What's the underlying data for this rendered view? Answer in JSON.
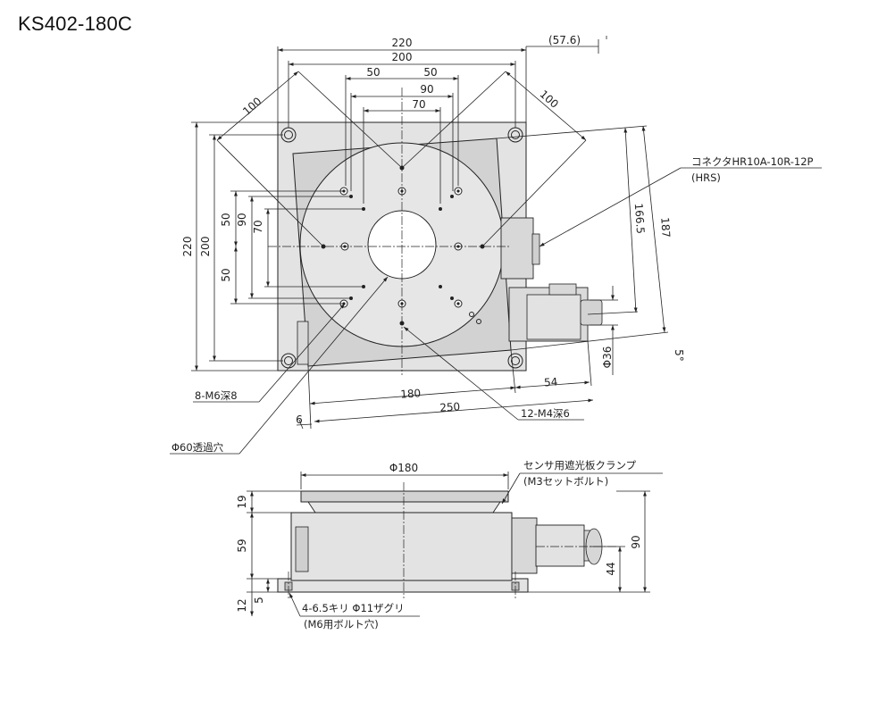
{
  "title": "KS402-180C",
  "top_view": {
    "dims": {
      "d220": "220",
      "d200": "200",
      "d57_6": "(57.6)",
      "d50a": "50",
      "d50b": "50",
      "d90": "90",
      "d70": "70",
      "d100a": "100",
      "d100b": "100",
      "l220": "220",
      "l200": "200",
      "l50a": "50",
      "l90": "90",
      "l70": "70",
      "l50b": "50",
      "r166_5": "166.5",
      "r187": "187",
      "phi36": "Φ36",
      "deg5": "5°",
      "b54": "54",
      "b180": "180",
      "b250": "250",
      "b6": "6"
    },
    "callouts": {
      "connector": "コネクタHR10A-10R-12P",
      "connector_maker": "(HRS)",
      "m6": "8-M6深8",
      "m4": "12-M4深6",
      "thru": "Φ60透過穴"
    }
  },
  "side_view": {
    "dims": {
      "phi180": "Φ180",
      "h19": "19",
      "h59": "59",
      "h12": "12",
      "h5": "5",
      "h44": "44",
      "h90": "90"
    },
    "callouts": {
      "clamp": "センサ用遮光板クランプ",
      "clamp_bolt": "(M3セットボルト)",
      "holes": "4-6.5キリ Φ11ザグリ",
      "holes_bolt": "(M6用ボルト穴)"
    }
  }
}
